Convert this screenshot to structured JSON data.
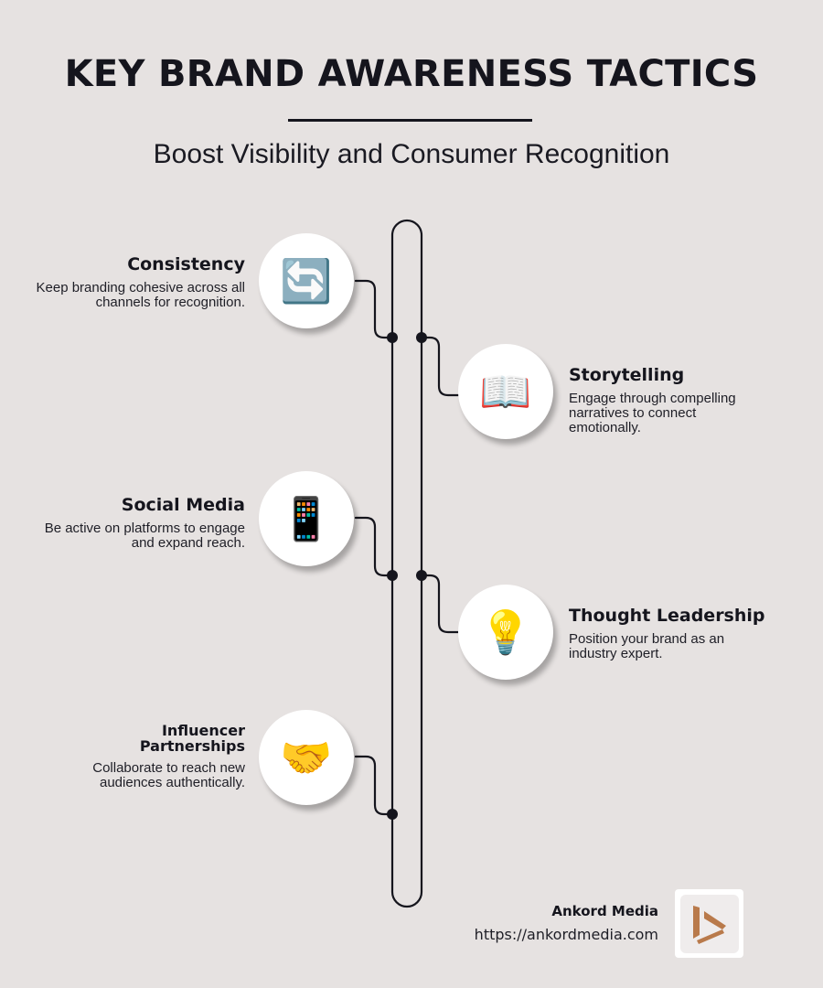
{
  "header": {
    "title": "KEY BRAND AWARENESS TACTICS",
    "subtitle": "Boost Visibility and Consumer Recognition"
  },
  "tactics": [
    {
      "title": "Consistency",
      "description": "Keep branding cohesive across all channels for recognition.",
      "icon": "counterclockwise-arrows-icon",
      "glyph": "🔄",
      "side": "left"
    },
    {
      "title": "Storytelling",
      "description": "Engage through compelling narratives to connect emotionally.",
      "icon": "open-book-icon",
      "glyph": "📖",
      "side": "right"
    },
    {
      "title": "Social Media",
      "description": "Be active on platforms to engage and expand reach.",
      "icon": "mobile-phone-icon",
      "glyph": "📱",
      "side": "left"
    },
    {
      "title": "Thought Leadership",
      "description": "Position your brand as an industry expert.",
      "icon": "light-bulb-icon",
      "glyph": "💡",
      "side": "right"
    },
    {
      "title": "Influencer Partnerships",
      "description": "Collaborate to reach new audiences authentically.",
      "icon": "handshake-icon",
      "glyph": "🤝",
      "side": "left"
    }
  ],
  "footer": {
    "company": "Ankord Media",
    "url": "https://ankordmedia.com",
    "logo_icon": "ankord-play-logo-icon"
  },
  "colors": {
    "background": "#e6e2e1",
    "ink": "#15151d",
    "node_fill": "#ffffff",
    "logo_accent": "#b97a4b"
  }
}
